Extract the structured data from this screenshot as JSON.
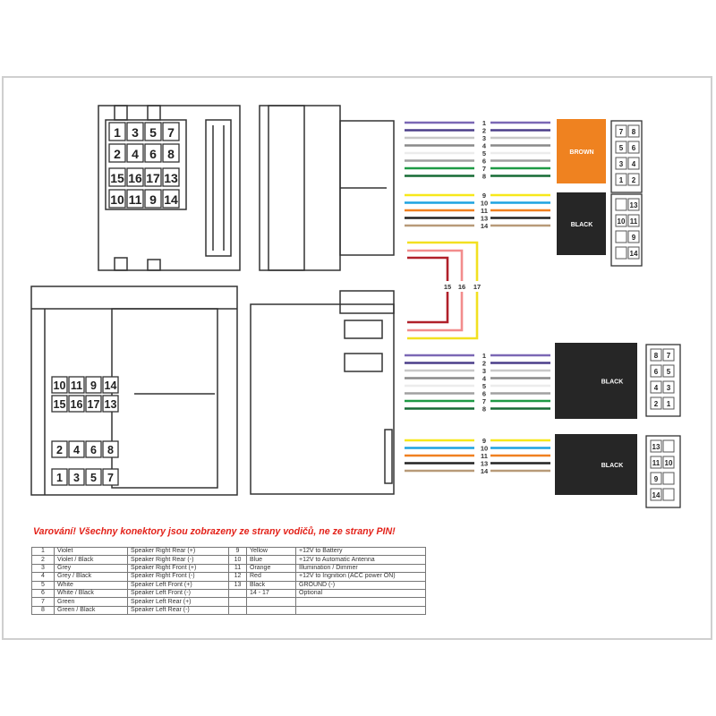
{
  "warning": "Varování! Všechny konektory jsou zobrazeny ze strany vodičů, ne ze strany PIN!",
  "wire_colors": {
    "1": "#7b68b5",
    "2": "#4b3f8a",
    "3": "#c8c8c8",
    "4": "#8a8a8a",
    "5": "#ececec",
    "6": "#a0a0a0",
    "7": "#1e9a45",
    "8": "#166b35",
    "9": "#f7e81a",
    "10": "#1ea3e0",
    "11": "#f08020",
    "13": "#222222",
    "14": "#b89a78",
    "15": "#b0202a",
    "16": "#f28c8c",
    "17": "#f2e020"
  },
  "top_group": {
    "speaker_wires": [
      "1",
      "2",
      "3",
      "4",
      "5",
      "6",
      "7",
      "8"
    ],
    "power_wires": [
      "9",
      "10",
      "11",
      "13",
      "14"
    ],
    "connector_a": {
      "label": "BROWN",
      "color": "#ef8220",
      "pins": [
        [
          "7",
          "8"
        ],
        [
          "5",
          "6"
        ],
        [
          "3",
          "4"
        ],
        [
          "1",
          "2"
        ]
      ]
    },
    "connector_b": {
      "label": "BLACK",
      "color": "#262626",
      "pins": [
        [
          "",
          "13"
        ],
        [
          "10",
          "11"
        ],
        [
          "",
          "9"
        ],
        [
          "",
          "14"
        ]
      ]
    }
  },
  "optional_wires": [
    "15",
    "16",
    "17"
  ],
  "bottom_group": {
    "speaker_wires": [
      "1",
      "2",
      "3",
      "4",
      "5",
      "6",
      "7",
      "8"
    ],
    "power_wires": [
      "9",
      "10",
      "11",
      "13",
      "14"
    ],
    "connector_a": {
      "label": "BLACK",
      "color": "#262626",
      "pins": [
        [
          "8",
          "7"
        ],
        [
          "6",
          "5"
        ],
        [
          "4",
          "3"
        ],
        [
          "2",
          "1"
        ]
      ]
    },
    "connector_b": {
      "label": "BLACK",
      "color": "#262626",
      "pins": [
        [
          "13",
          ""
        ],
        [
          "11",
          "10"
        ],
        [
          "9",
          ""
        ],
        [
          "14",
          ""
        ]
      ]
    }
  },
  "iso_top_pins": [
    [
      "1",
      "3",
      "5",
      "7"
    ],
    [
      "2",
      "4",
      "6",
      "8"
    ],
    [
      "15",
      "16",
      "17",
      "13"
    ],
    [
      "10",
      "11",
      "9",
      "14"
    ]
  ],
  "iso_bottom_pins": [
    [
      "10",
      "11",
      "9",
      "14"
    ],
    [
      "15",
      "16",
      "17",
      "13"
    ],
    [
      "2",
      "4",
      "6",
      "8"
    ],
    [
      "1",
      "3",
      "5",
      "7"
    ]
  ],
  "legend": [
    [
      "1",
      "Violet",
      "Speaker Right Rear (+)",
      "9",
      "Yellow",
      "+12V to Battery"
    ],
    [
      "2",
      "Violet / Black",
      "Speaker Right Rear (-)",
      "10",
      "Blue",
      "+12V to Automatic Antenna"
    ],
    [
      "3",
      "Grey",
      "Speaker Right Front (+)",
      "11",
      "Orange",
      "Illumination / Dimmer"
    ],
    [
      "4",
      "Grey / Black",
      "Speaker Right Front (-)",
      "12",
      "Red",
      "+12V to Ingnition (ACC power ON)"
    ],
    [
      "5",
      "White",
      "Speaker Left Front (+)",
      "13",
      "Black",
      "GROUND (-)"
    ],
    [
      "6",
      "White / Black",
      "Speaker Left Front (-)",
      "",
      "14 - 17",
      "Optional"
    ],
    [
      "7",
      "Green",
      "Speaker Left Rear (+)",
      "",
      "",
      ""
    ],
    [
      "8",
      "Green / Black",
      "Speaker Left Rear (-)",
      "",
      "",
      ""
    ]
  ]
}
